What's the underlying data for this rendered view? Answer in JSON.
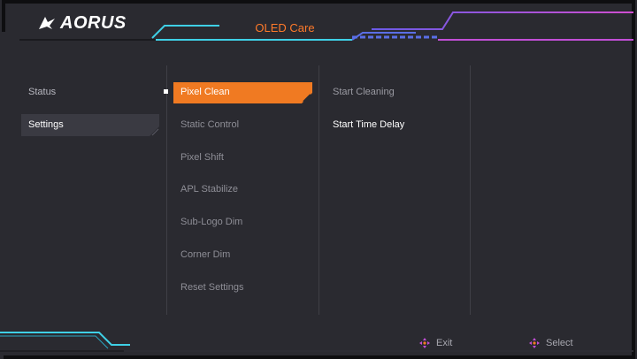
{
  "header": {
    "brand": "AORUS",
    "menu_title": "OLED Care"
  },
  "main_menu": {
    "items": [
      {
        "label": "Status",
        "selected": false
      },
      {
        "label": "Settings",
        "selected": true
      }
    ]
  },
  "sub_menu": {
    "items": [
      {
        "label": "Pixel Clean",
        "selected": true
      },
      {
        "label": "Static Control",
        "selected": false
      },
      {
        "label": "Pixel Shift",
        "selected": false
      },
      {
        "label": "APL Stabilize",
        "selected": false
      },
      {
        "label": "Sub-Logo Dim",
        "selected": false
      },
      {
        "label": "Corner Dim",
        "selected": false
      },
      {
        "label": "Reset Settings",
        "selected": false
      }
    ]
  },
  "options": {
    "items": [
      {
        "label": "Start Cleaning",
        "highlighted": false
      },
      {
        "label": "Start Time Delay",
        "highlighted": true
      }
    ]
  },
  "footer": {
    "exit_label": "Exit",
    "select_label": "Select"
  },
  "colors": {
    "accent": "#f07a22",
    "background": "#2a2a30",
    "cyan": "#3fd0e6",
    "blue": "#5a6ee6",
    "magenta": "#c24ed6"
  },
  "icons": {
    "logo": "aorus-eagle-icon",
    "navigation": "joystick-dpad-icon"
  }
}
